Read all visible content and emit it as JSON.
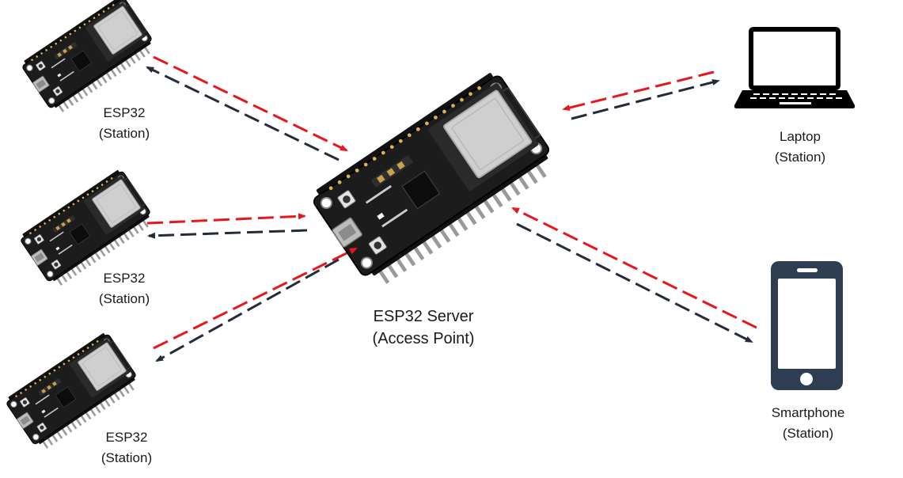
{
  "colors": {
    "request_arrow": "#e8161b",
    "response_arrow": "#242b3b",
    "device_icon": "#2e3d52",
    "board_pcb": "#1c1c1c",
    "board_module": "#cfcfcf",
    "board_pins": "#9a9a9a"
  },
  "nodes": {
    "server": {
      "line1": "ESP32 Server",
      "line2": "(Access Point)",
      "icon": "esp32-board-icon"
    },
    "station_1": {
      "line1": "ESP32",
      "line2": "(Station)",
      "icon": "esp32-board-icon"
    },
    "station_2": {
      "line1": "ESP32",
      "line2": "(Station)",
      "icon": "esp32-board-icon"
    },
    "station_3": {
      "line1": "ESP32",
      "line2": "(Station)",
      "icon": "esp32-board-icon"
    },
    "laptop": {
      "line1": "Laptop",
      "line2": "(Station)",
      "icon": "laptop-icon"
    },
    "smartphone": {
      "line1": "Smartphone",
      "line2": "(Station)",
      "icon": "smartphone-icon"
    }
  },
  "edges": [
    {
      "from": "station_1",
      "to": "server",
      "type": "bidirectional"
    },
    {
      "from": "station_2",
      "to": "server",
      "type": "bidirectional"
    },
    {
      "from": "station_3",
      "to": "server",
      "type": "bidirectional"
    },
    {
      "from": "laptop",
      "to": "server",
      "type": "bidirectional"
    },
    {
      "from": "smartphone",
      "to": "server",
      "type": "bidirectional"
    }
  ]
}
